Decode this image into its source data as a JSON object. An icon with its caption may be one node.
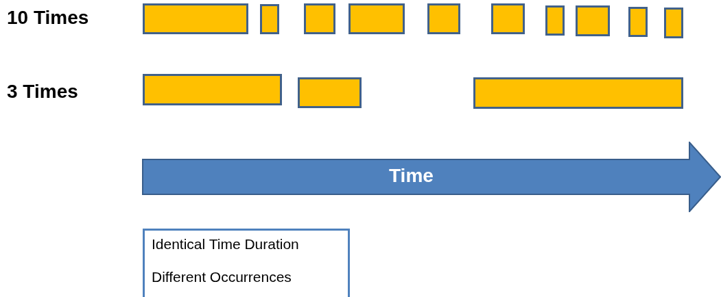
{
  "diagram": {
    "nodes": [
      {
        "text": [],
        "shape": "bar"
      },
      {
        "text": [],
        "shape": "bar"
      },
      {
        "text": [],
        "shape": "bar"
      },
      {
        "text": [],
        "shape": "bar"
      },
      {
        "text": [],
        "shape": "bar"
      },
      {
        "text": [],
        "shape": "bar"
      },
      {
        "text": [],
        "shape": "bar"
      },
      {
        "text": [],
        "shape": "bar"
      },
      {
        "text": [],
        "shape": "bar"
      },
      {
        "text": [],
        "shape": "bar"
      },
      {
        "text": [],
        "shape": "bar"
      },
      {
        "text": [],
        "shape": "bar"
      },
      {
        "text": [],
        "shape": "bar"
      },
      {
        "text": [
          "Time"
        ]
      },
      {
        "text": [
          "Identical Time Duration",
          "Different Occurrences"
        ]
      }
    ],
    "labels": [
      "10 Times",
      "3 Times"
    ]
  }
}
